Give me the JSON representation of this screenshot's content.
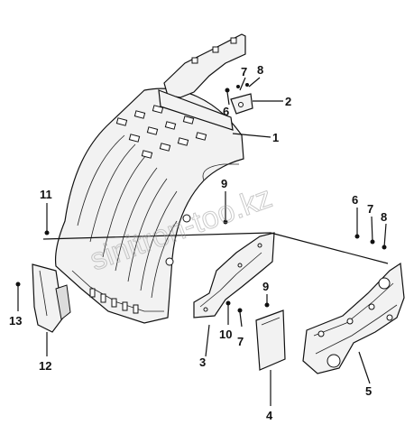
{
  "watermark": "sinitron-too.kz",
  "corner_text": "",
  "callouts": [
    {
      "id": "label-1",
      "text": "1"
    },
    {
      "id": "label-2",
      "text": "2"
    },
    {
      "id": "label-3",
      "text": "3"
    },
    {
      "id": "label-4",
      "text": "4"
    },
    {
      "id": "label-5",
      "text": "5"
    },
    {
      "id": "label-6a",
      "text": "6"
    },
    {
      "id": "label-6b",
      "text": "6"
    },
    {
      "id": "label-7a",
      "text": "7"
    },
    {
      "id": "label-7b",
      "text": "7"
    },
    {
      "id": "label-7c",
      "text": "7"
    },
    {
      "id": "label-8a",
      "text": "8"
    },
    {
      "id": "label-8b",
      "text": "8"
    },
    {
      "id": "label-9a",
      "text": "9"
    },
    {
      "id": "label-9b",
      "text": "9"
    },
    {
      "id": "label-10",
      "text": "10"
    },
    {
      "id": "label-11",
      "text": "11"
    },
    {
      "id": "label-12",
      "text": "12"
    },
    {
      "id": "label-13",
      "text": "13"
    }
  ]
}
